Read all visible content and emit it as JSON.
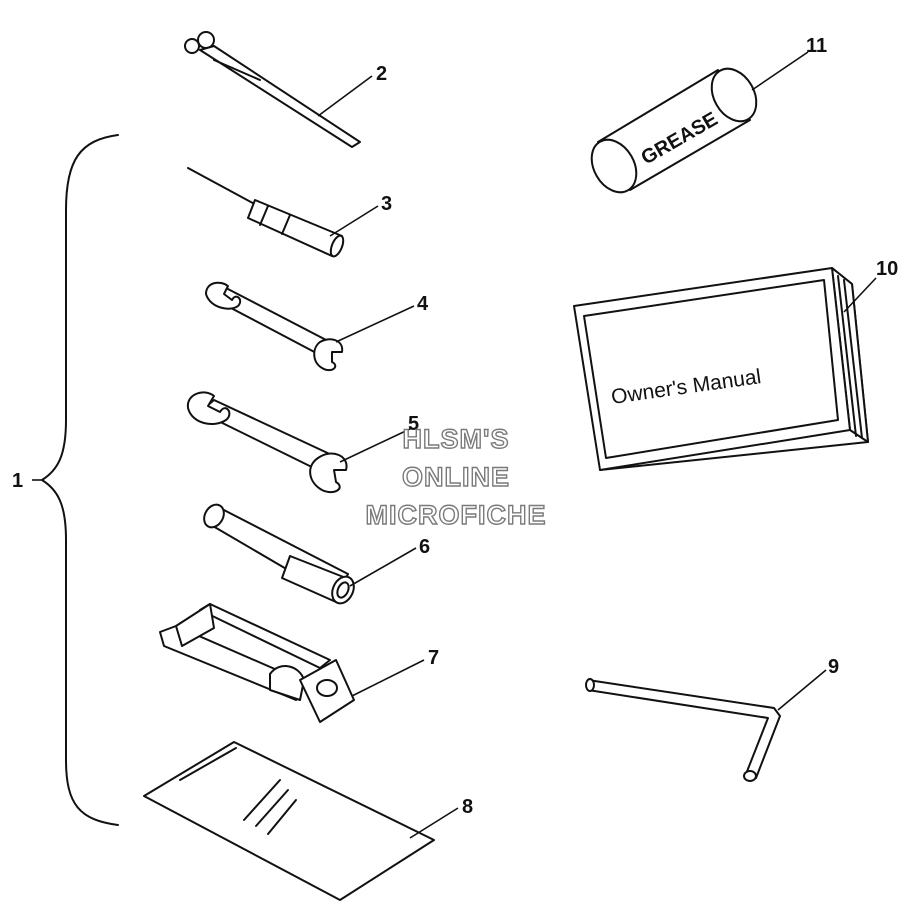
{
  "callouts": [
    "1",
    "2",
    "3",
    "4",
    "5",
    "6",
    "7",
    "8",
    "9",
    "10",
    "11"
  ],
  "labels": {
    "grease": "GREASE",
    "manual": "Owner's Manual"
  },
  "watermark": {
    "line1": "HLSM'S",
    "line2": "ONLINE",
    "line3": "MICROFICHE"
  }
}
